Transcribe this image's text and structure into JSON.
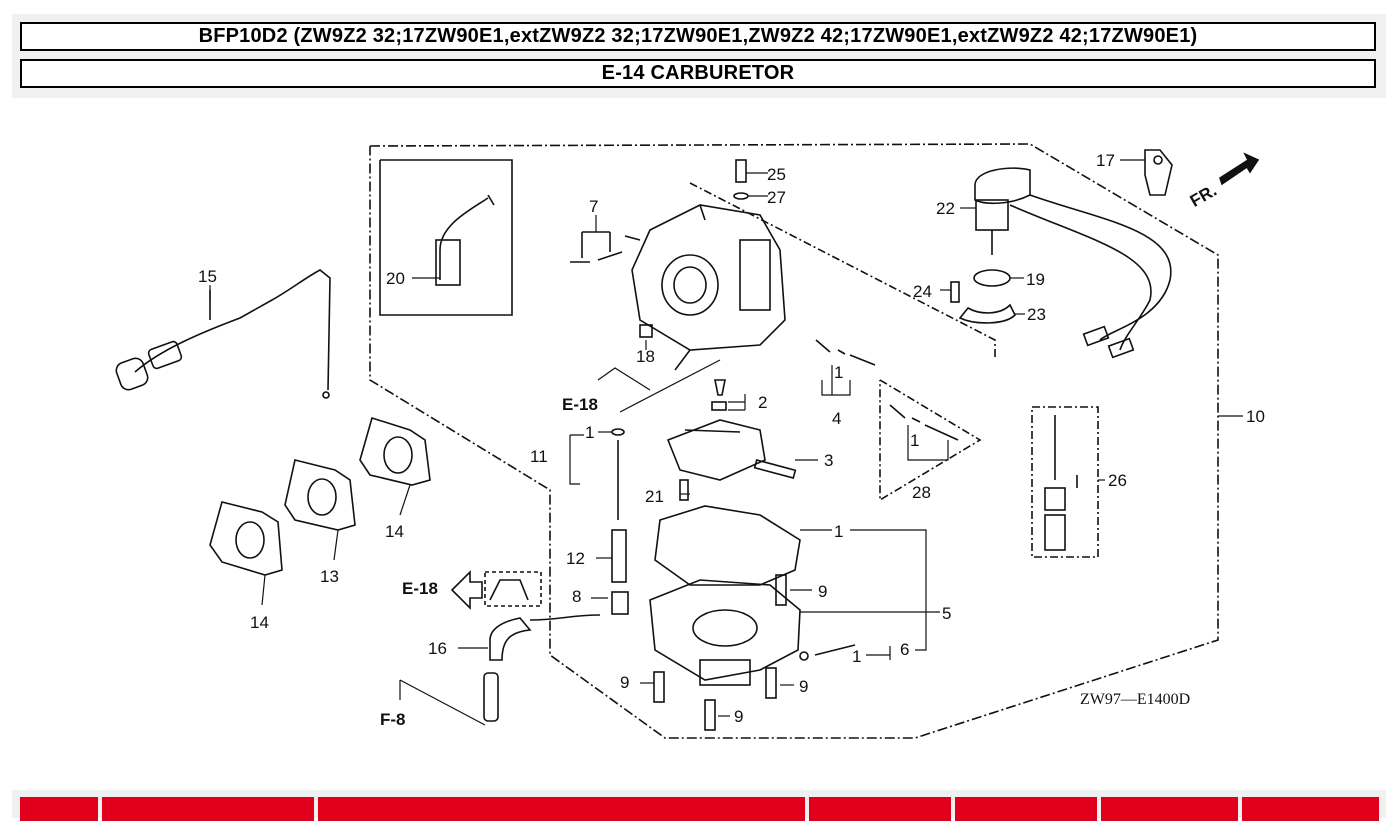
{
  "header": {
    "model_line": "BFP10D2 (ZW9Z2 32;17ZW90E1,extZW9Z2 32;17ZW90E1,ZW9Z2 42;17ZW90E1,extZW9Z2 42;17ZW90E1)",
    "section_title": "E-14 CARBURETOR"
  },
  "diagram": {
    "part_labels": [
      "1",
      "2",
      "3",
      "4",
      "5",
      "6",
      "7",
      "8",
      "9",
      "10",
      "11",
      "12",
      "13",
      "14",
      "15",
      "16",
      "17",
      "18",
      "19",
      "20",
      "21",
      "22",
      "23",
      "24",
      "25",
      "26",
      "27",
      "28"
    ],
    "references": {
      "e18": "E-18",
      "f8": "F-8"
    },
    "direction_marker": "FR.",
    "drawing_code": "ZW97—E1400D"
  },
  "colors": {
    "tab_red": "#e0001b",
    "header_bg": "#f0f0f0",
    "line": "#111111"
  }
}
